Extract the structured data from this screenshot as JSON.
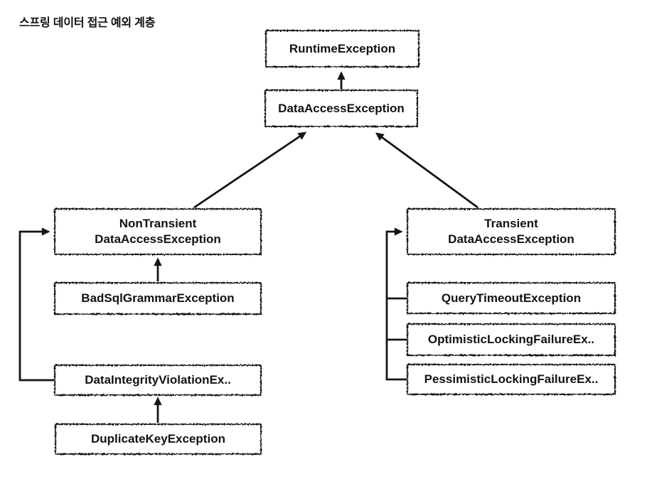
{
  "title": "스프링 데이터 접근 예외 계층",
  "colors": {
    "ink": "#151515",
    "background": "#ffffff"
  },
  "diagram": {
    "boxes": {
      "runtime": {
        "label": "RuntimeException"
      },
      "data_access": {
        "label": "DataAccessException"
      },
      "non_transient": {
        "line1": "NonTransient",
        "line2": "DataAccessException"
      },
      "bad_sql_grammar": {
        "label": "BadSqlGrammarException"
      },
      "data_integrity_violation": {
        "label": "DataIntegrityViolationEx.."
      },
      "duplicate_key": {
        "label": "DuplicateKeyException"
      },
      "transient": {
        "line1": "Transient",
        "line2": "DataAccessException"
      },
      "query_timeout": {
        "label": "QueryTimeoutException"
      },
      "optimistic_locking_failure": {
        "label": "OptimisticLockingFailureEx.."
      },
      "pessimistic_locking_failure": {
        "label": "PessimisticLockingFailureEx.."
      }
    },
    "relations": [
      {
        "child": "DataAccessException",
        "parent": "RuntimeException"
      },
      {
        "child": "NonTransientDataAccessException",
        "parent": "DataAccessException"
      },
      {
        "child": "TransientDataAccessException",
        "parent": "DataAccessException"
      },
      {
        "child": "BadSqlGrammarException",
        "parent": "NonTransientDataAccessException"
      },
      {
        "child": "DataIntegrityViolationEx..",
        "parent": "NonTransientDataAccessException"
      },
      {
        "child": "DuplicateKeyException",
        "parent": "DataIntegrityViolationEx.."
      },
      {
        "child": "QueryTimeoutException",
        "parent": "TransientDataAccessException"
      },
      {
        "child": "OptimisticLockingFailureEx..",
        "parent": "TransientDataAccessException"
      },
      {
        "child": "PessimisticLockingFailureEx..",
        "parent": "TransientDataAccessException"
      }
    ]
  }
}
